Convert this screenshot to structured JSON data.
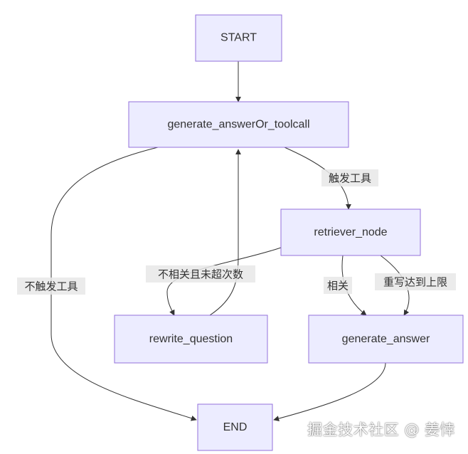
{
  "nodes": {
    "start": "START",
    "generate_answerOr_toolcall": "generate_answerOr_toolcall",
    "retriever_node": "retriever_node",
    "rewrite_question": "rewrite_question",
    "generate_answer": "generate_answer",
    "end": "END"
  },
  "edge_labels": {
    "trigger_tool": "触发工具",
    "no_trigger_tool": "不触发工具",
    "not_relevant_under_limit": "不相关且未超次数",
    "relevant": "相关",
    "rewrite_limit_reached": "重写达到上限"
  },
  "colors": {
    "node_fill": "#ECECFF",
    "node_stroke": "#9370DB",
    "edge": "#333333",
    "label_bg": "#E8E8E8"
  },
  "watermark": "掘金技术社区 @ 姜悻"
}
